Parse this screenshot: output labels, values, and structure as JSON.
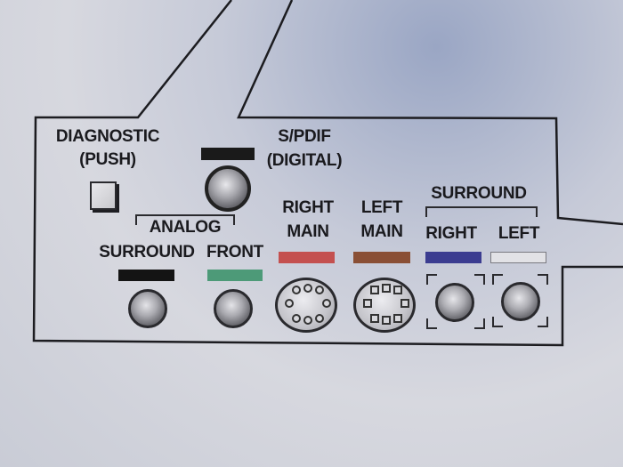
{
  "labels": {
    "diagnostic": "DIAGNOSTIC",
    "push": "(PUSH)",
    "spdif": "S/PDIF",
    "digital": "(DIGITAL)",
    "analog": "ANALOG",
    "analog_surround": "SURROUND",
    "front": "FRONT",
    "right_main_1": "RIGHT",
    "right_main_2": "MAIN",
    "left_main_1": "LEFT",
    "left_main_2": "MAIN",
    "surround_group": "SURROUND",
    "surround_right": "RIGHT",
    "surround_left": "LEFT"
  },
  "colors": {
    "spdif_bar": "#1a1a1a",
    "analog_surround_bar": "#141414",
    "front_bar": "#4d9a78",
    "right_main_bar": "#c4504f",
    "left_main_bar": "#8a4f35",
    "surround_right_bar": "#3b3c90",
    "surround_left_bar": "#e2e2e6"
  },
  "icons": {
    "diagnostic_button": "square-push-button-icon",
    "spdif_jack": "round-jack-icon",
    "analog_surround_jack": "mini-jack-icon",
    "front_jack": "mini-jack-icon",
    "right_main_connector": "round-din-connector-icon",
    "left_main_connector": "square-pin-din-connector-icon",
    "surround_right_jack": "rca-jack-icon",
    "surround_left_jack": "rca-jack-icon"
  }
}
